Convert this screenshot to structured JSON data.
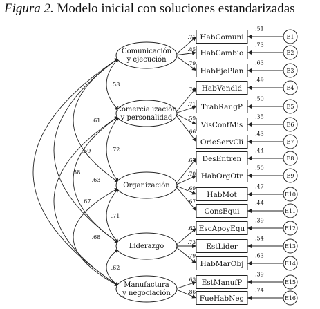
{
  "title": {
    "prefix": "Figura 2.",
    "text": "Modelo inicial con soluciones estandarizadas"
  },
  "factors": [
    {
      "line1": "Comunicación",
      "line2": "y ejecución"
    },
    {
      "line1": "Comercialización",
      "line2": "y personalidad"
    },
    {
      "line1": "Organización",
      "line2": ""
    },
    {
      "line1": "Liderazgo",
      "line2": ""
    },
    {
      "line1": "Manufactura",
      "line2": "y negociación"
    }
  ],
  "indicators": [
    {
      "label": "HabComuni",
      "factor": 0,
      "loading": ".71",
      "r2": ".51",
      "error": "E1"
    },
    {
      "label": "HabCambio",
      "factor": 0,
      "loading": ".85",
      "r2": ".73",
      "error": "E2"
    },
    {
      "label": "HabEjePlan",
      "factor": 0,
      "loading": ".79",
      "r2": ".63",
      "error": "E3"
    },
    {
      "label": "HabVendld",
      "factor": 1,
      "loading": ".70",
      "r2": ".49",
      "error": "E4"
    },
    {
      "label": "TrabRangP",
      "factor": 1,
      "loading": ".71",
      "r2": ".50",
      "error": "E5"
    },
    {
      "label": "VisConfMis",
      "factor": 1,
      "loading": ".59",
      "r2": ".35",
      "error": "E6"
    },
    {
      "label": "OrieServCli",
      "factor": 1,
      "loading": ".66",
      "r2": ".43",
      "error": "E7"
    },
    {
      "label": "DesEntren",
      "factor": 2,
      "loading": ".67",
      "r2": ".44",
      "error": "E8"
    },
    {
      "label": "HabOrgOtr",
      "factor": 2,
      "loading": ".70",
      "r2": ".50",
      "error": "E9"
    },
    {
      "label": "HabMot",
      "factor": 2,
      "loading": ".69",
      "r2": ".47",
      "error": "E10"
    },
    {
      "label": "ConsEqui",
      "factor": 2,
      "loading": ".67",
      "r2": ".44",
      "error": "E11"
    },
    {
      "label": "EscApoyEqu",
      "factor": 3,
      "loading": ".62",
      "r2": ".39",
      "error": "E12"
    },
    {
      "label": "EstLider",
      "factor": 3,
      "loading": ".73",
      "r2": ".54",
      "error": "E13"
    },
    {
      "label": "HabMarObj",
      "factor": 3,
      "loading": ".79",
      "r2": ".63",
      "error": "E14"
    },
    {
      "label": "EstManufP",
      "factor": 4,
      "loading": ".63",
      "r2": ".39",
      "error": "E15"
    },
    {
      "label": "FueHabNeg",
      "factor": 4,
      "loading": ".86",
      "r2": ".74",
      "error": "E16"
    }
  ],
  "correlations": [
    {
      "from": 0,
      "to": 1,
      "value": ".58"
    },
    {
      "from": 1,
      "to": 2,
      "value": ".72"
    },
    {
      "from": 2,
      "to": 3,
      "value": ".71"
    },
    {
      "from": 3,
      "to": 4,
      "value": ".62"
    },
    {
      "from": 0,
      "to": 2,
      "value": ".61"
    },
    {
      "from": 1,
      "to": 3,
      "value": ".63"
    },
    {
      "from": 2,
      "to": 4,
      "value": ".68"
    },
    {
      "from": 0,
      "to": 3,
      "value": ".59"
    },
    {
      "from": 1,
      "to": 4,
      "value": ".67"
    },
    {
      "from": 0,
      "to": 4,
      "value": ".58"
    }
  ]
}
